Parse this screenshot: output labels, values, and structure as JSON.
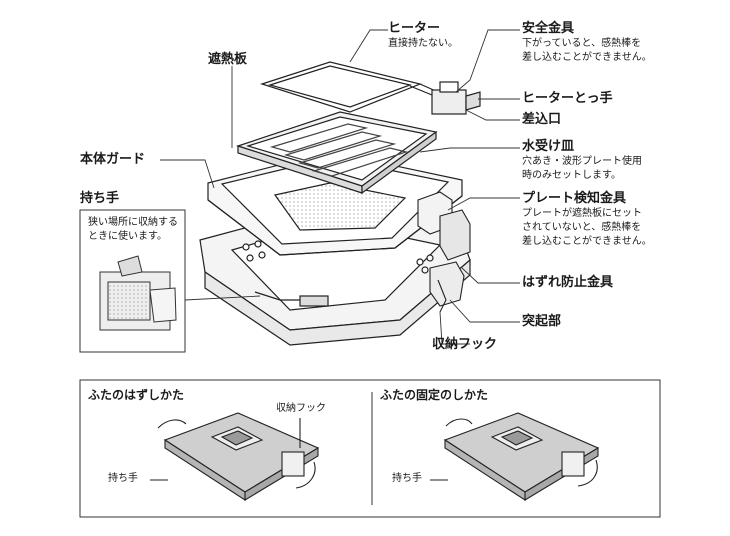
{
  "parts": {
    "heater": {
      "label": "ヒーター",
      "note": "直接持たない。"
    },
    "safety": {
      "label": "安全金具",
      "note1": "下がっていると、感熱棒を",
      "note2": "差し込むことができません。"
    },
    "heater_handle": {
      "label": "ヒーターとっ手"
    },
    "inlet": {
      "label": "差込口"
    },
    "water_tray": {
      "label": "水受け皿",
      "note1": "穴あき・波形プレート使用",
      "note2": "時のみセットします。"
    },
    "plate_detect": {
      "label": "プレート検知金具",
      "note1": "プレートが遮熱板にセット",
      "note2": "されていないと、感熱棒を",
      "note3": "差し込むことができません。"
    },
    "anti_slip": {
      "label": "はずれ防止金具"
    },
    "protrusion": {
      "label": "突起部"
    },
    "storage_hook": {
      "label": "収納フック"
    },
    "heat_shield": {
      "label": "遮熱板"
    },
    "body_guard": {
      "label": "本体ガード"
    },
    "handle": {
      "label": "持ち手",
      "note1": "狭い場所に収納する",
      "note2": "ときに使います。"
    }
  },
  "panels": {
    "remove": {
      "title": "ふたのはずしかた",
      "hook_label": "収納フック",
      "handle_label": "持ち手"
    },
    "fix": {
      "title": "ふたの固定のしかた",
      "handle_label": "持ち手"
    }
  }
}
